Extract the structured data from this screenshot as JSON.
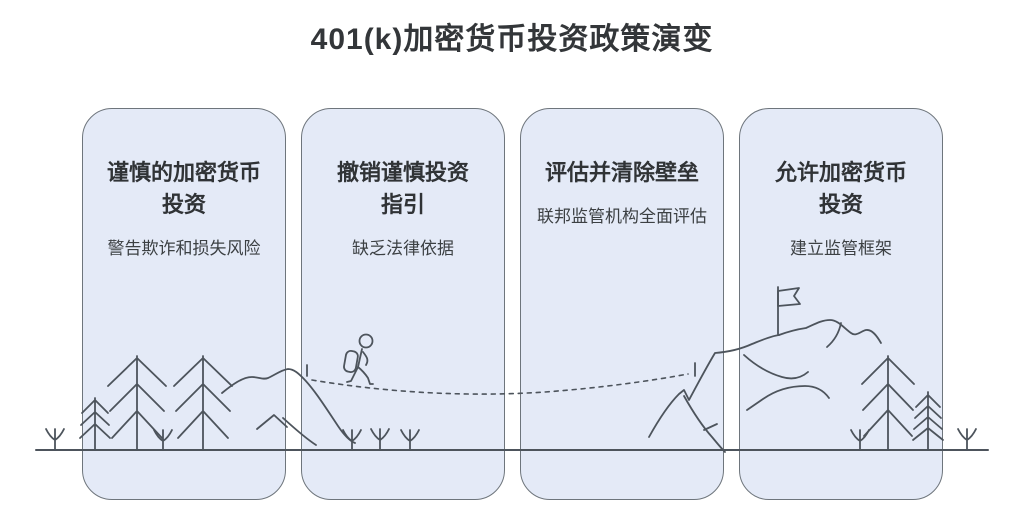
{
  "title": "401(k)加密货币投资政策演变",
  "stages": [
    {
      "title": "谨慎的加密货币\n投资",
      "subtitle": "警告欺诈和损失风险"
    },
    {
      "title": "撤销谨慎投资\n指引",
      "subtitle": "缺乏法律依据"
    },
    {
      "title": "评估并清除壁垒",
      "subtitle": "联邦监管机构全面评估"
    },
    {
      "title": "允许加密货币\n投资",
      "subtitle": "建立监管框架"
    }
  ],
  "colors": {
    "background": "#ffffff",
    "card_fill": "#e4eaf7",
    "card_border": "#6e757c",
    "line_art": "#4d545c",
    "title_text": "#333639",
    "subtitle_text": "#3c4043"
  },
  "illustration": {
    "elements": [
      "ground-line",
      "pine-trees",
      "sprout-plants",
      "left-mountain-ridge",
      "hiker-with-backpack",
      "dashed-trail",
      "right-mountain",
      "summit-flag"
    ]
  }
}
